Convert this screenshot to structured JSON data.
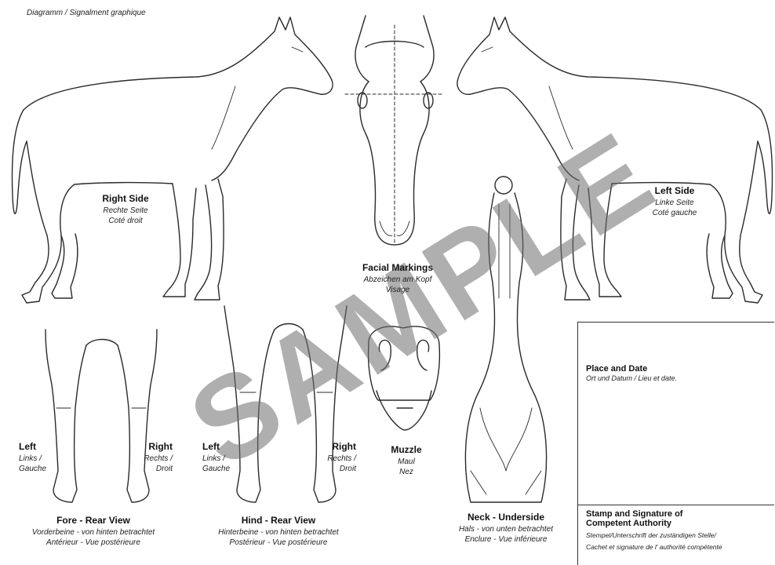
{
  "header": {
    "title": "Diagramm / Signalment graphique"
  },
  "right_side": {
    "title": "Right Side",
    "de": "Rechte Seite",
    "fr": "Coté droit"
  },
  "left_side": {
    "title": "Left Side",
    "de": "Linke Seite",
    "fr": "Coté gauche"
  },
  "facial": {
    "title": "Facial Markings",
    "de": "Abzeichen am Kopf",
    "fr": "Visage"
  },
  "muzzle": {
    "title": "Muzzle",
    "de": "Maul",
    "fr": "Nez"
  },
  "fore": {
    "left": "Left",
    "left_de": "Links /",
    "left_fr": "Gauche",
    "right": "Right",
    "right_de": "Rechts /",
    "right_fr": "Droit",
    "title": "Fore - Rear View",
    "de": "Vorderbeine - von hinten betrachtet",
    "fr": "Antérieur - Vue postérieure"
  },
  "hind": {
    "left": "Left",
    "left_de": "Links /",
    "left_fr": "Gauche",
    "right": "Right",
    "right_de": "Rechts /",
    "right_fr": "Droit",
    "title": "Hind - Rear View",
    "de": "Hinterbeine - von hinten betrachtet",
    "fr": "Postérieur - Vue postérieure"
  },
  "neck": {
    "title": "Neck - Underside",
    "de": "Hals - von unten betrachtet",
    "fr": "Enclure - Vue inférieure"
  },
  "box": {
    "place_title": "Place and Date",
    "place_sub": "Ort und Datum / Lieu et date.",
    "stamp_title_1": "Stamp and Signature of",
    "stamp_title_2": "Competent Authority",
    "stamp_de": "Stempel/Unterschrift der zuständigen Stelle/",
    "stamp_fr": "Cachet et signature de l' authorité compétente"
  },
  "watermark": "SAMPLE"
}
